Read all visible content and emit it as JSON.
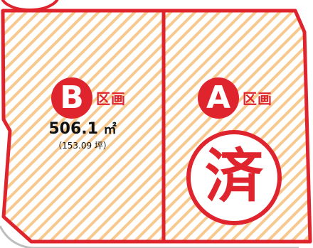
{
  "lot_b": {
    "letter": "B",
    "label": "区画",
    "area": "506.1",
    "area_unit": "㎡",
    "area_tsubo": "（153.09 坪）"
  },
  "lot_a": {
    "letter": "A",
    "label": "区画",
    "status": "済"
  },
  "colors": {
    "border": "#e0242d",
    "hatch": "#f7c98f",
    "badge": "#e0242d"
  }
}
